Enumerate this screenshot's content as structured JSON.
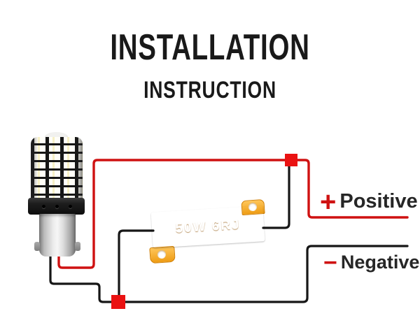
{
  "title": "INSTALLATION",
  "subtitle": "INSTRUCTION",
  "resistor": {
    "label": "50W 6RJ"
  },
  "terminals": {
    "positive": {
      "symbol": "+",
      "label": "Positive"
    },
    "negative": {
      "symbol": "−",
      "label": "Negative"
    }
  },
  "colors": {
    "positive_wire": "#cf1111",
    "negative_wire": "#161616",
    "connector_square": "#ea1212",
    "resistor_gold": "#f6a51f",
    "symbol_red": "#cf1212"
  }
}
